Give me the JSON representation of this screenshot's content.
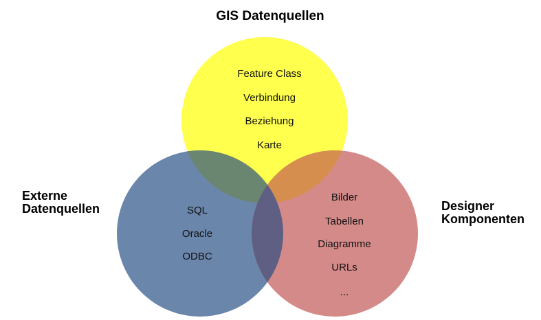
{
  "diagram": {
    "type": "venn",
    "sets": [
      {
        "id": "gis",
        "title": "GIS Datenquellen",
        "color": "#FFFF4D",
        "items": [
          "Feature Class",
          "Verbindung",
          "Beziehung",
          "Karte"
        ]
      },
      {
        "id": "extern",
        "title_lines": [
          "Externe",
          "Datenquellen"
        ],
        "color": "#6B86AB",
        "items": [
          "SQL",
          "Oracle",
          "ODBC"
        ]
      },
      {
        "id": "designer",
        "title_lines": [
          "Designer",
          "Komponenten"
        ],
        "color": "#D48A89",
        "items": [
          "Bilder",
          "Tabellen",
          "Diagramme",
          "URLs",
          "..."
        ]
      }
    ],
    "overlap_colors": {
      "gis_extern": "#6A8670",
      "gis_designer": "#D68E4E",
      "extern_designer": "#5E5F83"
    }
  }
}
